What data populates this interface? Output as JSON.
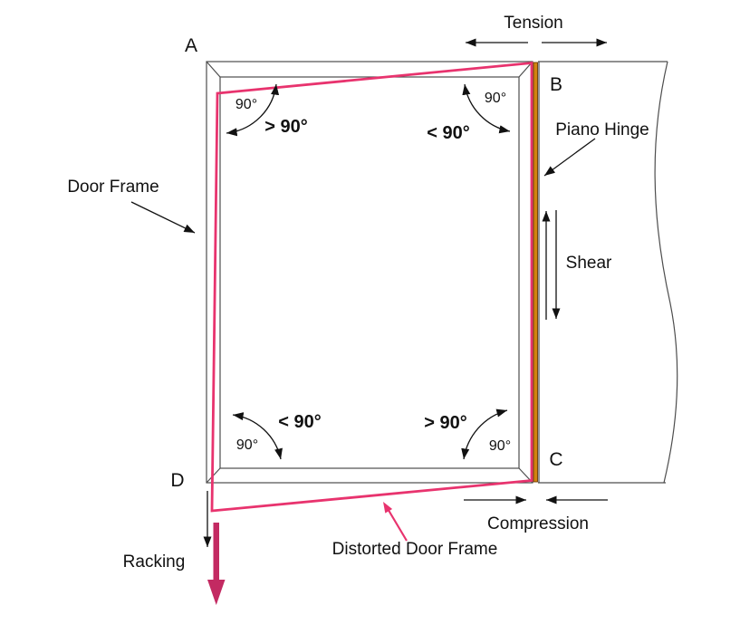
{
  "labels": {
    "corner_a": "A",
    "corner_b": "B",
    "corner_c": "C",
    "corner_d": "D",
    "tension": "Tension",
    "piano_hinge": "Piano Hinge",
    "shear": "Shear",
    "compression": "Compression",
    "racking": "Racking",
    "door_frame": "Door Frame",
    "distorted_door_frame": "Distorted Door Frame"
  },
  "angles": {
    "top_left": {
      "frame": "90°",
      "distorted": "> 90°"
    },
    "top_right": {
      "frame": "90°",
      "distorted": "< 90°"
    },
    "bottom_right": {
      "frame": "90°",
      "distorted": "> 90°"
    },
    "bottom_left": {
      "frame": "90°",
      "distorted": "< 90°"
    }
  },
  "colors": {
    "distorted_frame": "#e8336e",
    "racking_arrow": "#c32a62",
    "angle_highlight": "#ee5950",
    "distorted_label": "#ee5950",
    "hinge_fill": "#d2820f",
    "hinge_edge": "#6b3a00",
    "frame_line": "#4d4d4d",
    "text": "#111111"
  }
}
